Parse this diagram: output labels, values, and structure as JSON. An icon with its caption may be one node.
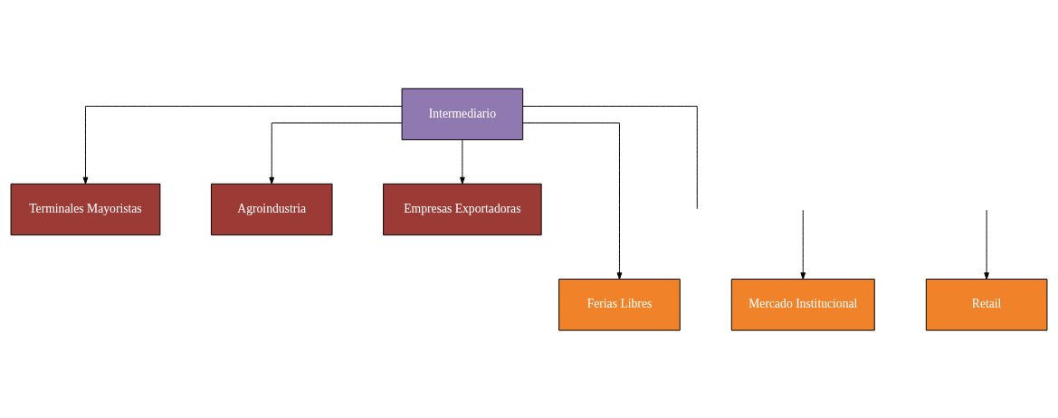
{
  "diagram": {
    "nodes": [
      {
        "text": [
          "Intermediario"
        ]
      },
      {
        "text": [
          "Terminales Mayoristas"
        ]
      },
      {
        "text": [
          "Agroindustria"
        ]
      },
      {
        "text": [
          "Empresas Exportadoras"
        ]
      },
      {
        "text": [
          "Ferias Libres"
        ]
      },
      {
        "text": [
          "Mercado Institucional"
        ]
      },
      {
        "text": [
          "Retail"
        ]
      }
    ],
    "edges": [
      {
        "from": 0,
        "to": 2,
        "arrow": "to"
      },
      {
        "from": 0,
        "to": 3,
        "arrow": "to"
      },
      {
        "from": 0,
        "to": 1,
        "arrow": "to"
      },
      {
        "from": 0,
        "to": 4,
        "arrow": "to"
      },
      {
        "from": 0,
        "to": null,
        "arrow": "none"
      },
      {
        "from": null,
        "to": 5,
        "arrow": "to"
      },
      {
        "from": null,
        "to": 6,
        "arrow": "to"
      }
    ]
  }
}
